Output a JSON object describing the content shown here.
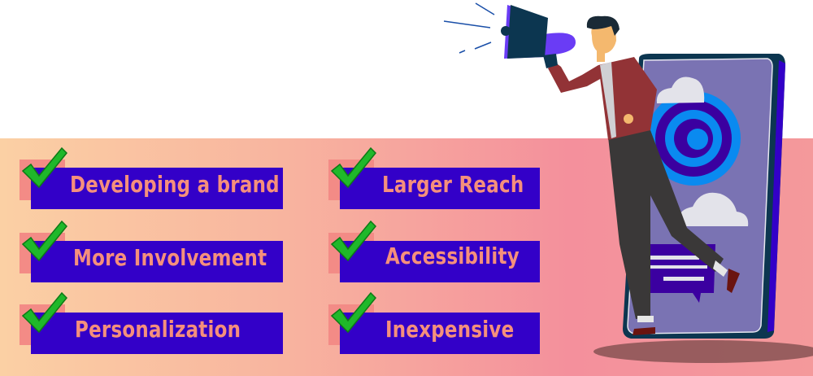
{
  "benefits": {
    "left": [
      {
        "label": "Developing a brand"
      },
      {
        "label": "More Involvement"
      },
      {
        "label": "Personalization"
      }
    ],
    "right": [
      {
        "label": "Larger Reach"
      },
      {
        "label": "Accessibility"
      },
      {
        "label": "Inexpensive"
      }
    ]
  },
  "colors": {
    "box": "#3300c8",
    "label": "#f58f7c",
    "check": "#1fb82a",
    "square": "#f38b86"
  }
}
